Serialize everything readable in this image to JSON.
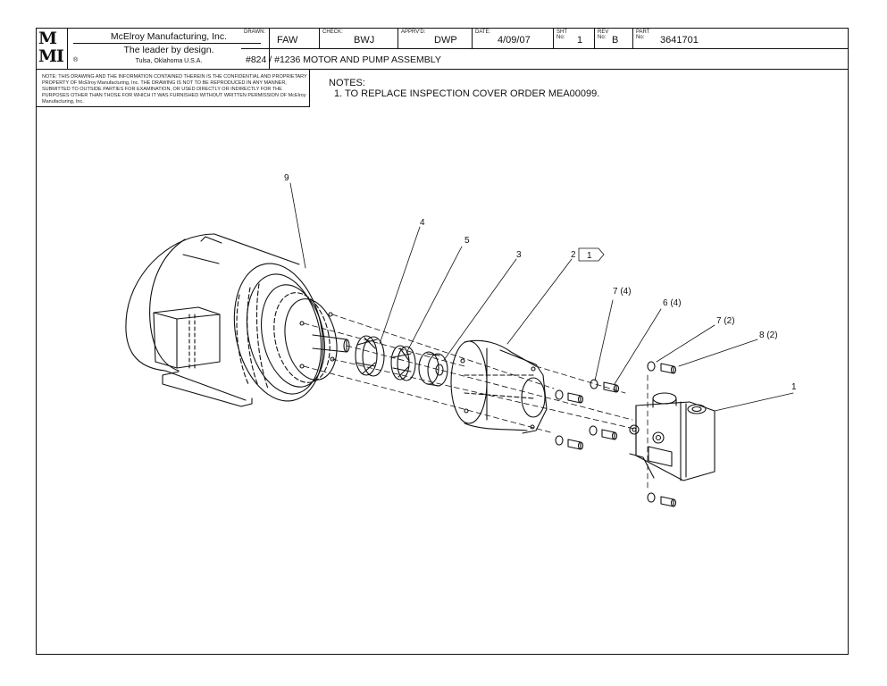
{
  "title_block": {
    "logo_top": "M",
    "logo_bottom": "MI",
    "company": "McElroy Manufacturing, Inc.",
    "slogan": "The leader by design.",
    "location": "Tulsa, Oklahoma U.S.A.",
    "drawn_label": "DRAWN:",
    "drawn_value": "FAW",
    "check_label": "CHECK:",
    "check_value": "BWJ",
    "apprvd_label": "APPRV'D:",
    "apprvd_value": "DWP",
    "date_label": "DATE:",
    "date_value": "4/09/07",
    "sht_label": "SHT No:",
    "sht_value": "1",
    "rev_label": "REV No:",
    "rev_value": "B",
    "part_label": "PART No:",
    "part_value": "3641701",
    "description": "#824 / #1236 MOTOR AND PUMP ASSEMBLY"
  },
  "confidential_note": "NOTE: THIS DRAWING AND THE INFORMATION CONTAINED THEREIN IS THE CONFIDENTIAL AND PROPRIETARY PROPERTY OF McElroy Manufacturing, Inc. THE DRAWING IS NOT TO BE REPRODUCED IN ANY MANNER, SUBMITTED TO OUTSIDE PARTIES FOR EXAMINATION, OR USED DIRECTLY OR INDIRECTLY FOR THE PURPOSES OTHER THAN THOSE FOR WHICH IT WAS FURNISHED WITHOUT WRITTEN PERMISSION OF McElroy Manufacturing, Inc.",
  "notes": {
    "heading": "NOTES:",
    "items": [
      "1. TO REPLACE INSPECTION COVER ORDER MEA00099."
    ]
  },
  "callouts": {
    "c9": "9",
    "c4": "4",
    "c5": "5",
    "c3": "3",
    "c2": "2",
    "c2_flag": "1",
    "c7a": "7 (4)",
    "c6": "6 (4)",
    "c7b": "7 (2)",
    "c8": "8 (2)",
    "c1": "1"
  }
}
